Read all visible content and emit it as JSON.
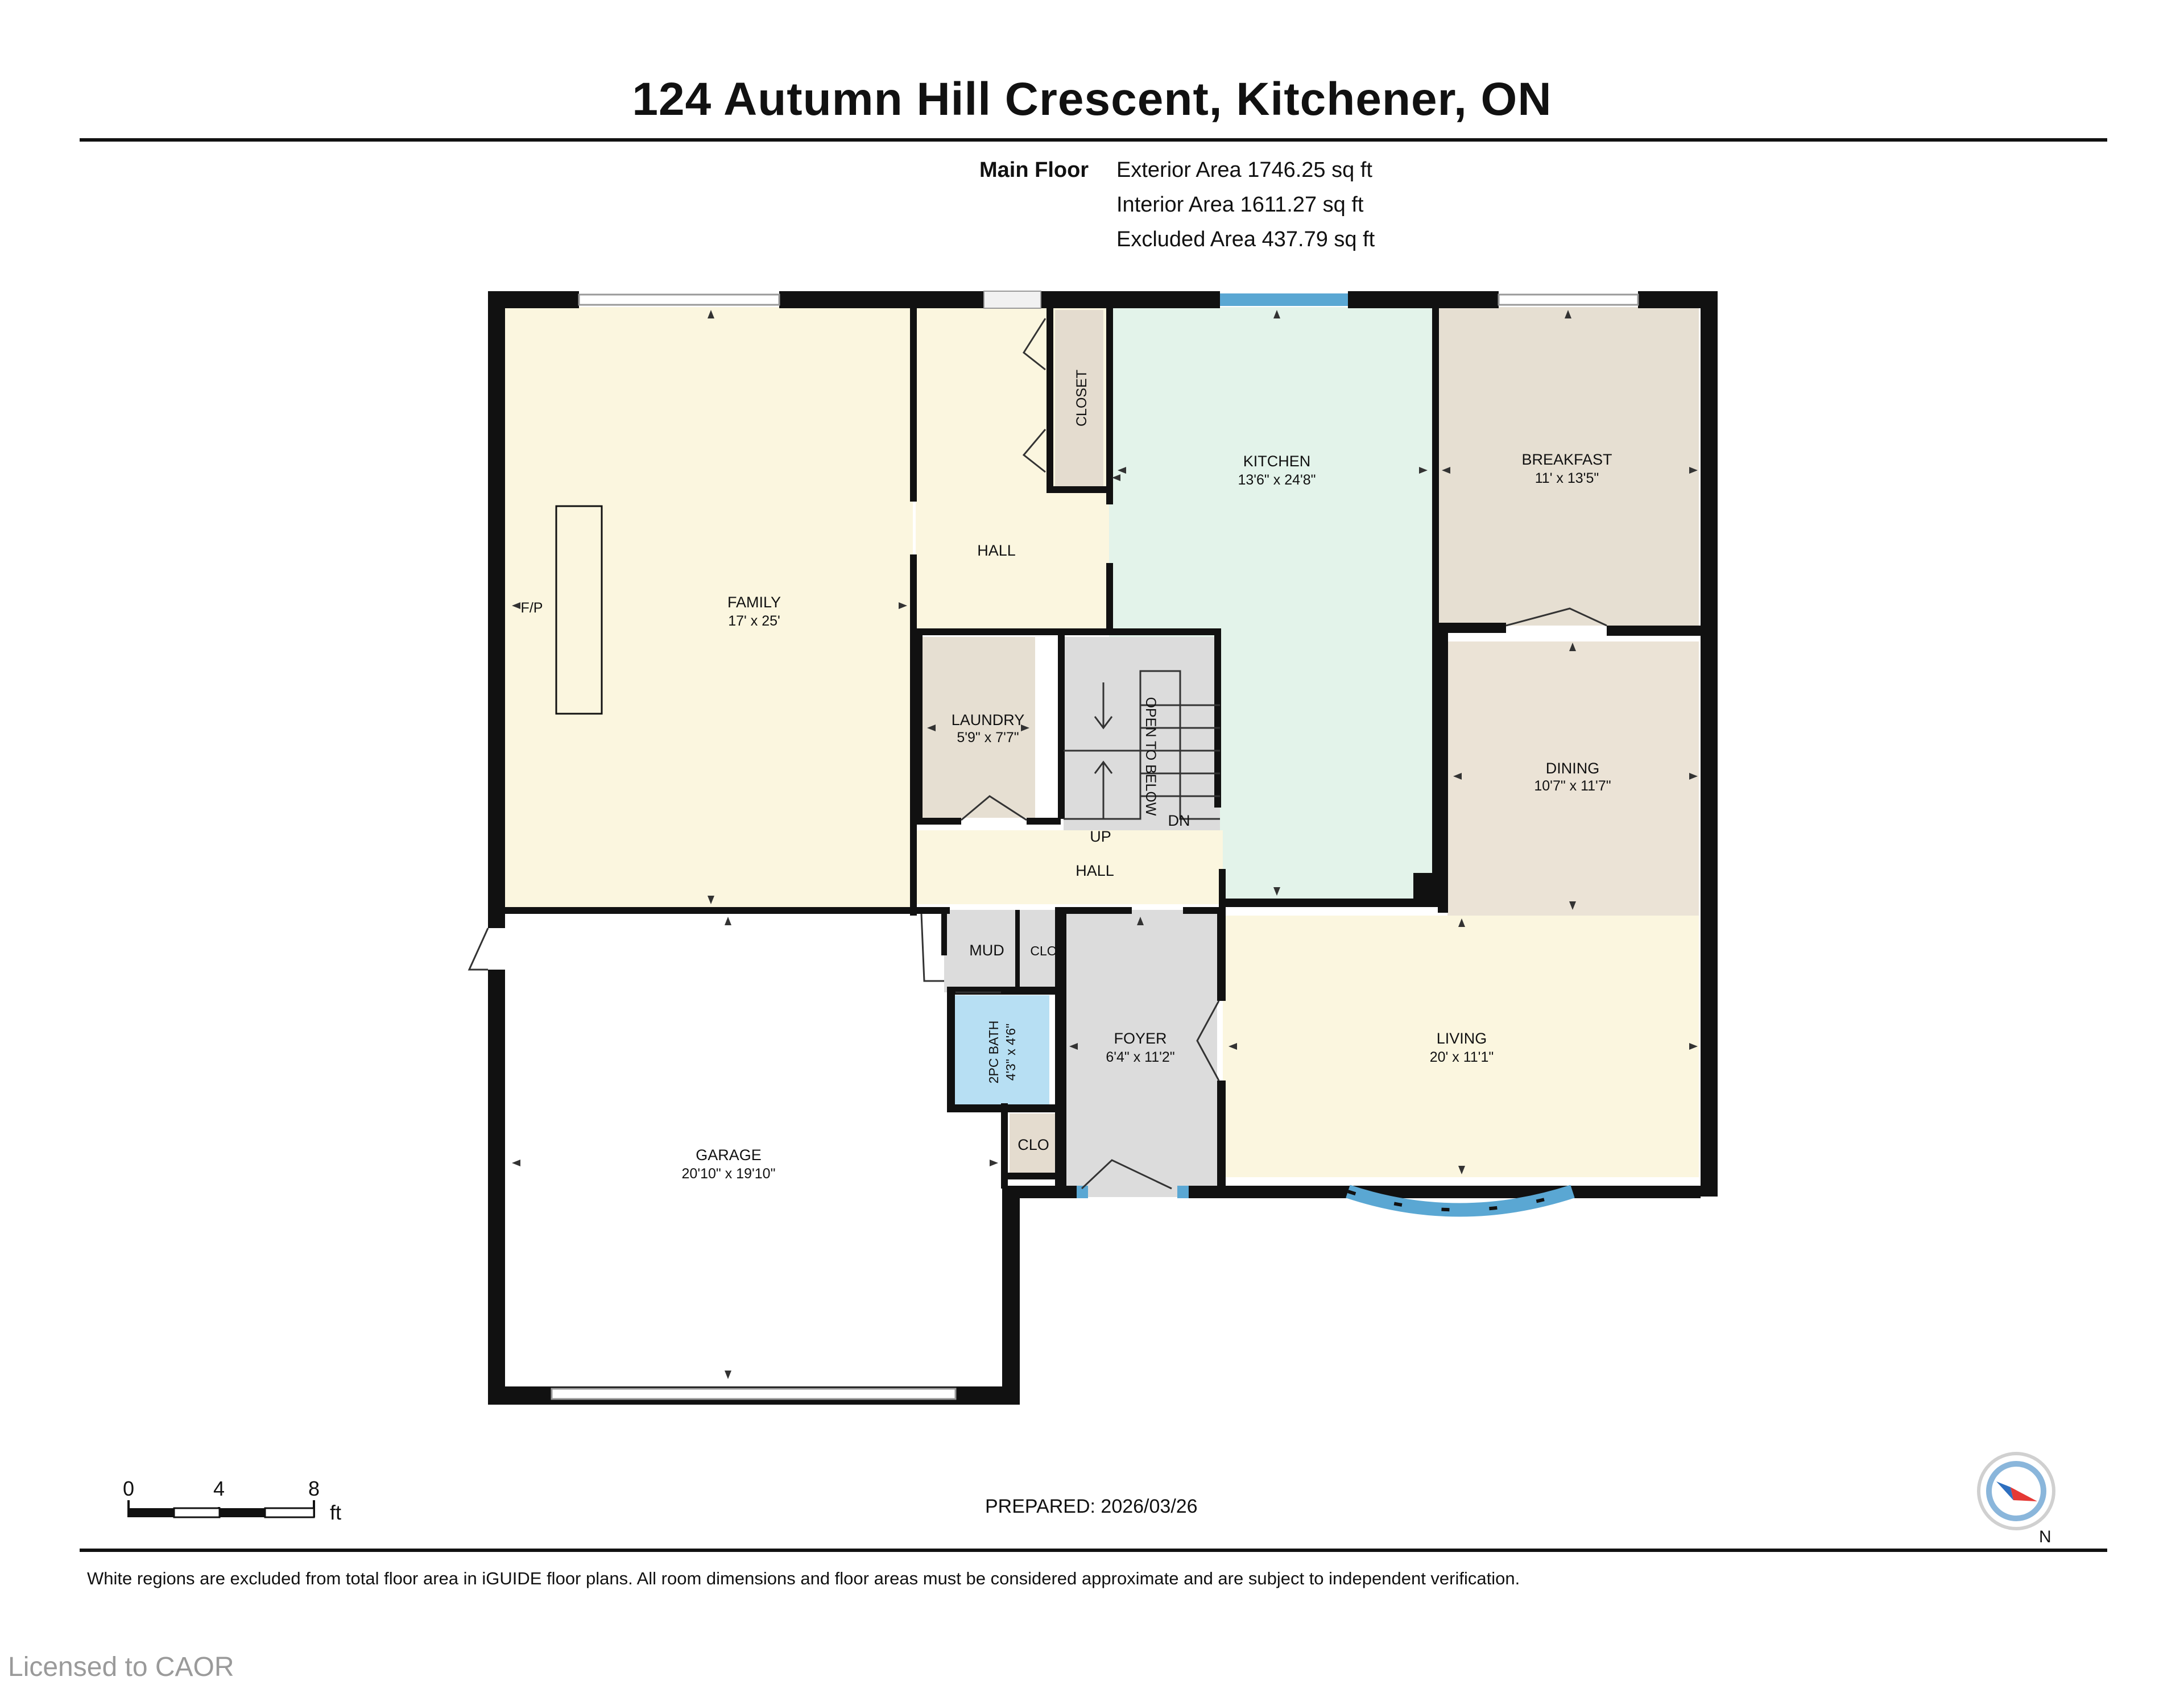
{
  "header": {
    "title": "124 Autumn Hill Crescent, Kitchener, ON"
  },
  "areas": {
    "floor_label": "Main Floor",
    "exterior": "Exterior Area 1746.25 sq ft",
    "interior": "Interior Area 1611.27 sq ft",
    "excluded": "Excluded Area 437.79 sq ft"
  },
  "rooms": {
    "family": {
      "name": "FAMILY",
      "dims": "17' x 25'"
    },
    "fireplace": {
      "name": "F/P"
    },
    "hall_upper": {
      "name": "HALL"
    },
    "closet": {
      "name": "CLOSET"
    },
    "kitchen": {
      "name": "KITCHEN",
      "dims": "13'6\" x 24'8\""
    },
    "breakfast": {
      "name": "BREAKFAST",
      "dims": "11' x 13'5\""
    },
    "laundry": {
      "name": "LAUNDRY",
      "dims": "5'9\" x 7'7\""
    },
    "stairs_open": {
      "name": "OPEN TO BELOW"
    },
    "stairs_up": {
      "name": "UP"
    },
    "stairs_dn": {
      "name": "DN"
    },
    "dining": {
      "name": "DINING",
      "dims": "10'7\" x 11'7\""
    },
    "hall_lower": {
      "name": "HALL"
    },
    "mud": {
      "name": "MUD"
    },
    "clo_mud": {
      "name": "CLO"
    },
    "bath": {
      "name": "2PC BATH",
      "dims": "4'3\" x 4'6\""
    },
    "foyer": {
      "name": "FOYER",
      "dims": "6'4\" x 11'2\""
    },
    "living": {
      "name": "LIVING",
      "dims": "20' x 11'1\""
    },
    "garage": {
      "name": "GARAGE",
      "dims": "20'10\" x 19'10\""
    },
    "clo_foyer": {
      "name": "CLO"
    }
  },
  "scale": {
    "ticks": [
      "0",
      "4",
      "8"
    ],
    "unit": "ft"
  },
  "prepared": "PREPARED: 2026/03/26",
  "compass": {
    "label": "N"
  },
  "footer": {
    "note": "White regions are excluded from total floor area in iGUIDE floor plans. All room dimensions and floor areas must be considered approximate and are subject to independent verification.",
    "licensed": "Licensed to CAOR"
  },
  "colors": {
    "wall": "#111111",
    "family_fill": "#fbf6df",
    "kitchen_fill": "#e3f3ea",
    "breakfast_fill": "#e6dfd2",
    "dining_fill": "#ebe3d6",
    "living_fill": "#fbf6df",
    "foyer_fill": "#dcdcdc",
    "bath_fill": "#b7dff3",
    "window": "#5aa7d3"
  }
}
